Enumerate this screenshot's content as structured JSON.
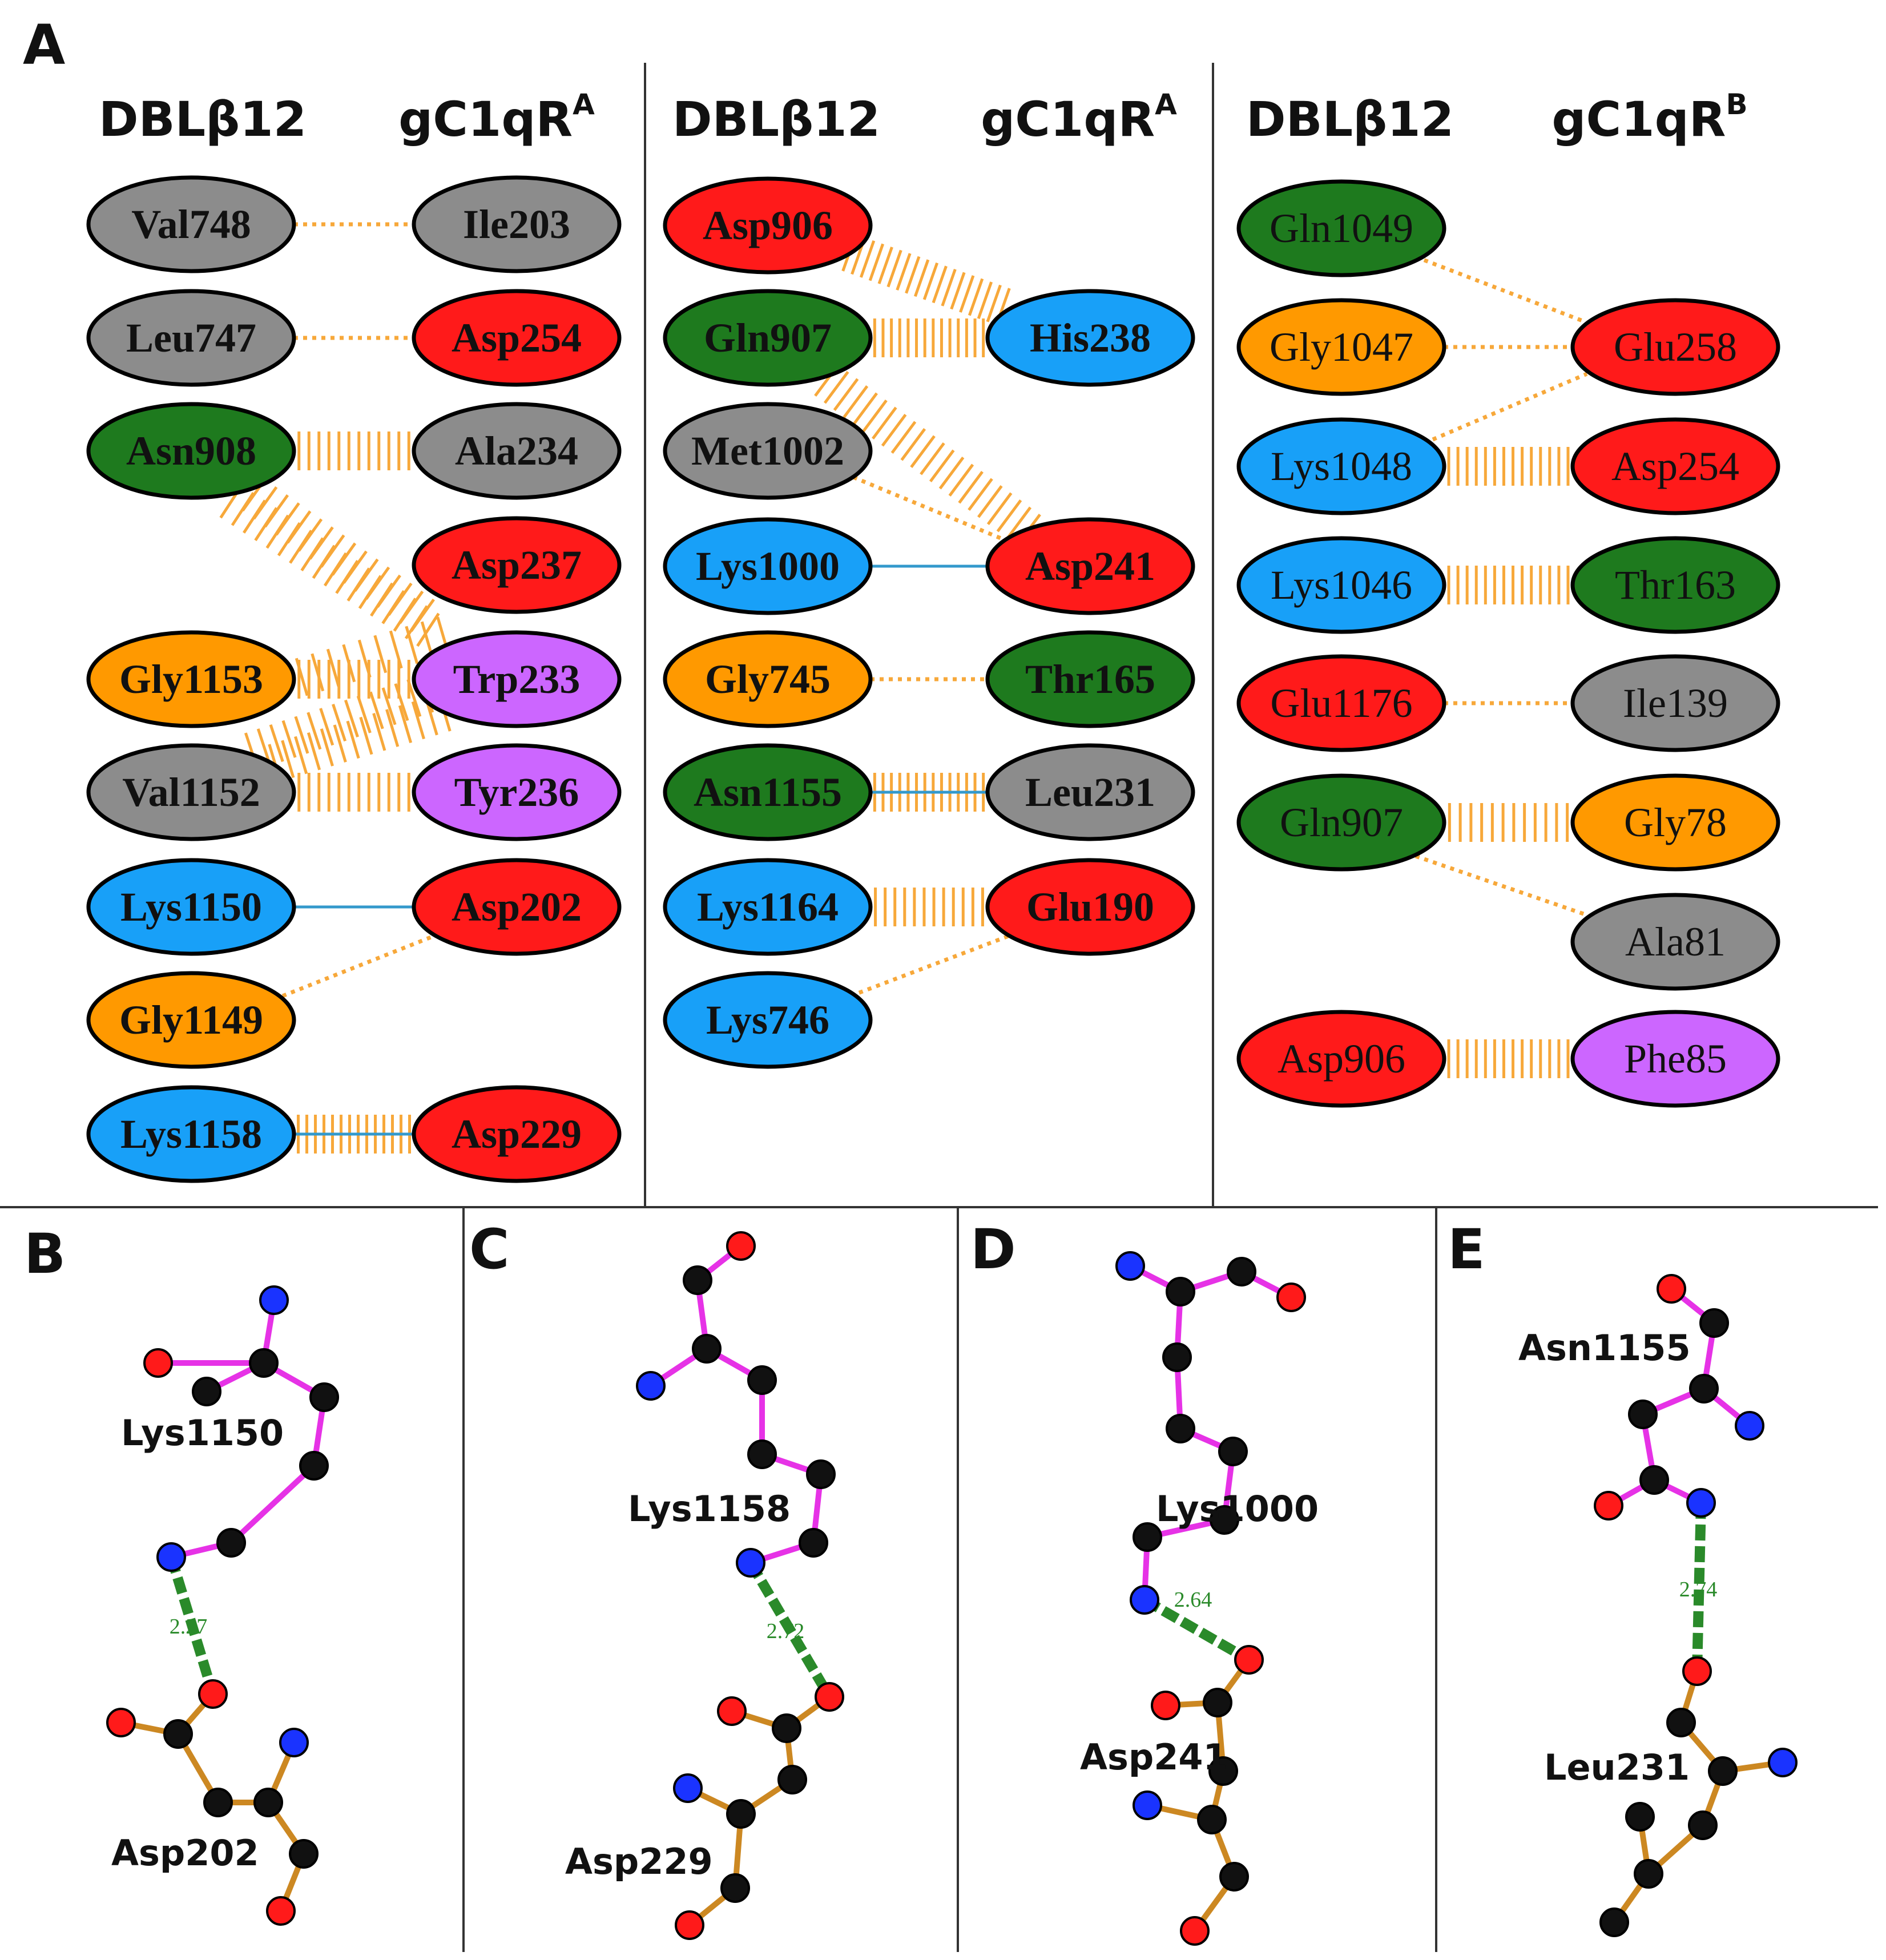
{
  "panel_labels": [
    "A",
    "B",
    "C",
    "D",
    "E"
  ],
  "colors": {
    "red": "#ff1a1a",
    "green": "#1e7a1e",
    "gray": "#8c8c8c",
    "blue": "#18a0f8",
    "orange": "#ff9900",
    "purple": "#cc66ff",
    "hbond_orange": "#f7a83a",
    "salt_blue": "#3399cc",
    "bond_magenta": "#e632e6",
    "bond_brown": "#cc8822",
    "hbond_green": "#2a8a2a"
  },
  "panel_A": {
    "columns": [
      {
        "left_header": "DBLβ12",
        "right_header": "gC1qR",
        "right_sup": "A",
        "bold": true,
        "left": [
          {
            "label": "Val748",
            "color": "gray"
          },
          {
            "label": "Leu747",
            "color": "gray"
          },
          {
            "label": "Asn908",
            "color": "green"
          },
          {
            "label": "Gly1153",
            "color": "orange"
          },
          {
            "label": "Val1152",
            "color": "gray"
          },
          {
            "label": "Lys1150",
            "color": "blue"
          },
          {
            "label": "Gly1149",
            "color": "orange"
          },
          {
            "label": "Lys1158",
            "color": "blue"
          }
        ],
        "right": [
          {
            "label": "Ile203",
            "color": "gray"
          },
          {
            "label": "Asp254",
            "color": "red"
          },
          {
            "label": "Ala234",
            "color": "gray"
          },
          {
            "label": "Asp237",
            "color": "red"
          },
          {
            "label": "Trp233",
            "color": "purple"
          },
          {
            "label": "Tyr236",
            "color": "purple"
          },
          {
            "label": "Asp202",
            "color": "red"
          },
          {
            "label": "Asp229",
            "color": "red"
          }
        ]
      },
      {
        "left_header": "DBLβ12",
        "right_header": "gC1qR",
        "right_sup": "A",
        "bold": true,
        "left": [
          {
            "label": "Asp906",
            "color": "red"
          },
          {
            "label": "Gln907",
            "color": "green"
          },
          {
            "label": "Met1002",
            "color": "gray"
          },
          {
            "label": "Lys1000",
            "color": "blue"
          },
          {
            "label": "Gly745",
            "color": "orange"
          },
          {
            "label": "Asn1155",
            "color": "green"
          },
          {
            "label": "Lys1164",
            "color": "blue"
          },
          {
            "label": "Lys746",
            "color": "blue"
          }
        ],
        "right": [
          {
            "label": "His238",
            "color": "blue"
          },
          {
            "label": "Asp241",
            "color": "red"
          },
          {
            "label": "Thr165",
            "color": "green"
          },
          {
            "label": "Leu231",
            "color": "gray"
          },
          {
            "label": "Glu190",
            "color": "red"
          }
        ]
      },
      {
        "left_header": "DBLβ12",
        "right_header": "gC1qR",
        "right_sup": "B",
        "bold": false,
        "left": [
          {
            "label": "Gln1049",
            "color": "green"
          },
          {
            "label": "Gly1047",
            "color": "orange"
          },
          {
            "label": "Lys1048",
            "color": "blue"
          },
          {
            "label": "Lys1046",
            "color": "blue"
          },
          {
            "label": "Glu1176",
            "color": "red"
          },
          {
            "label": "Gln907",
            "color": "green"
          },
          {
            "label": "Asp906",
            "color": "red"
          }
        ],
        "right": [
          {
            "label": "Glu258",
            "color": "red"
          },
          {
            "label": "Asp254",
            "color": "red"
          },
          {
            "label": "Thr163",
            "color": "green"
          },
          {
            "label": "Ile139",
            "color": "gray"
          },
          {
            "label": "Gly78",
            "color": "orange"
          },
          {
            "label": "Ala81",
            "color": "gray"
          },
          {
            "label": "Phe85",
            "color": "purple"
          }
        ]
      }
    ]
  },
  "panels_BE": [
    {
      "label": "B",
      "upper_residue": "Lys1150",
      "lower_residue": "Asp202",
      "distance": "2.27"
    },
    {
      "label": "C",
      "upper_residue": "Lys1158",
      "lower_residue": "Asp229",
      "distance": "2.72"
    },
    {
      "label": "D",
      "upper_residue": "Lys1000",
      "lower_residue": "Asp241",
      "distance": "2.64"
    },
    {
      "label": "E",
      "upper_residue": "Asn1155",
      "lower_residue": "Leu231",
      "distance": "2.74"
    }
  ]
}
